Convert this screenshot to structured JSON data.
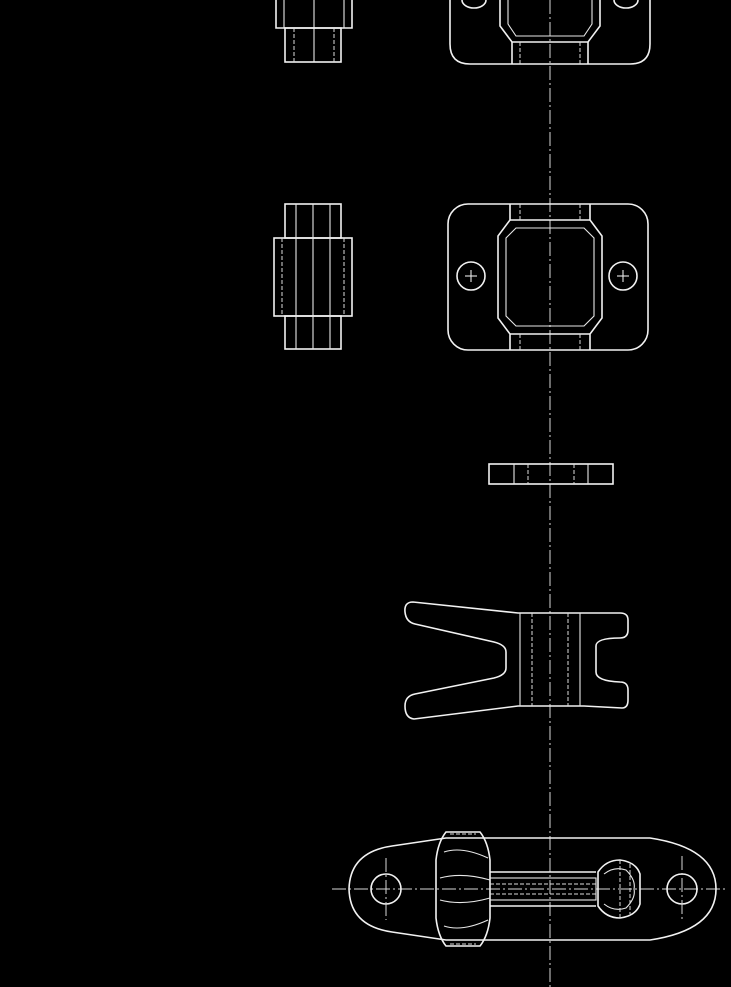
{
  "drawing": {
    "background": "#000000",
    "line_color": "#f2f2f2",
    "parts": [
      "upper-bushing-side-view",
      "upper-bracket-front-view",
      "bushing-side-view",
      "bracket-front-view",
      "washer-plate",
      "yoke-fork",
      "link-arm-assembly"
    ]
  }
}
